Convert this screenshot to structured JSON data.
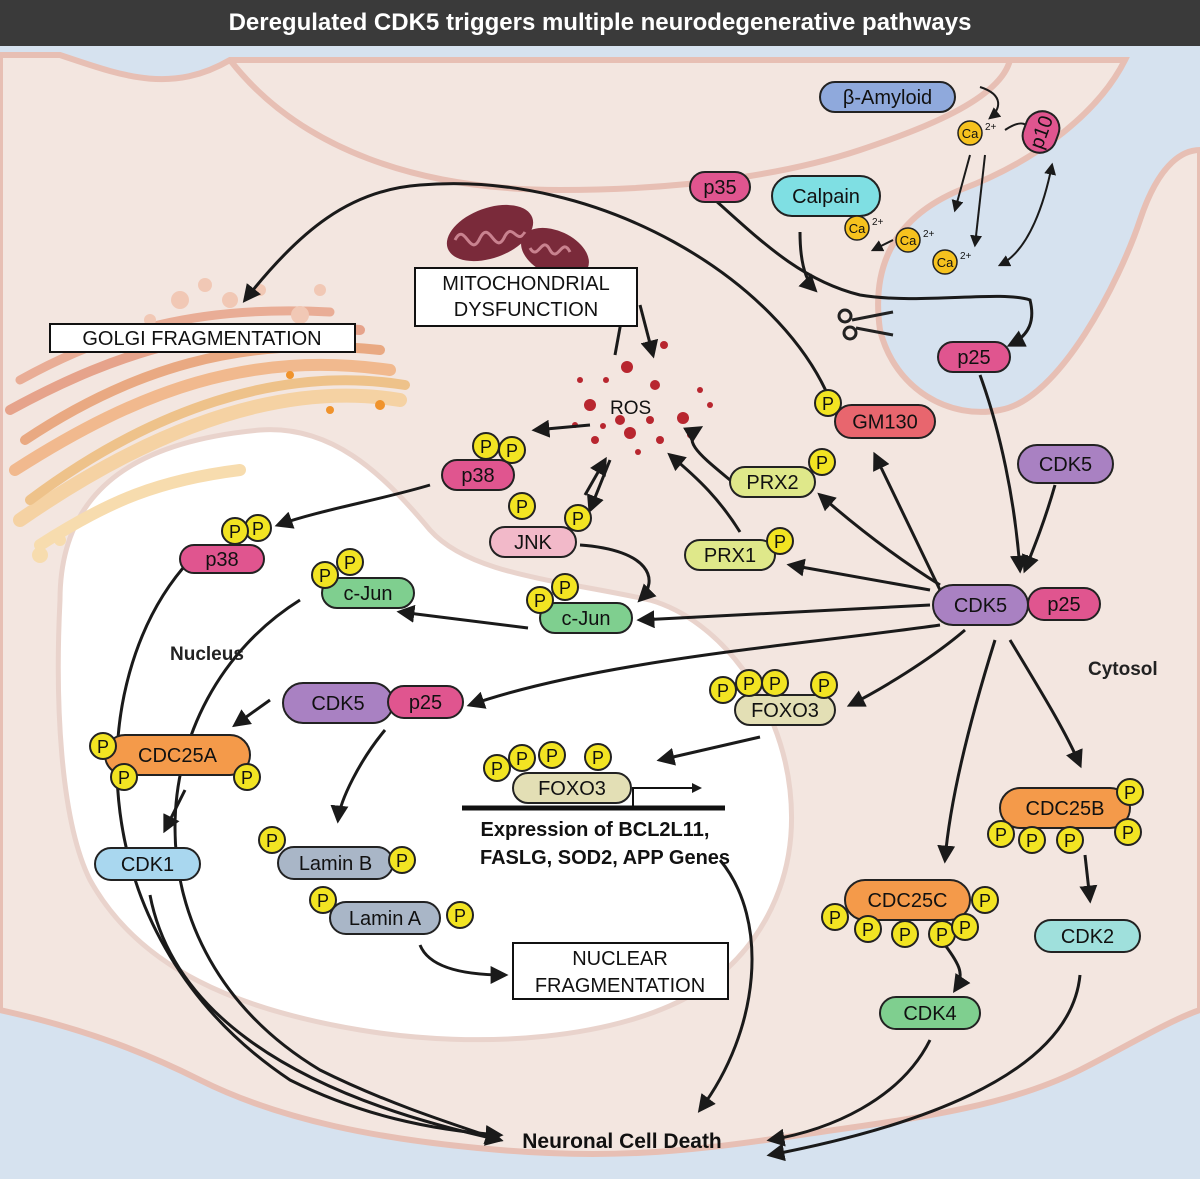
{
  "title": "Deregulated CDK5 triggers multiple neurodegenerative pathways",
  "colors": {
    "background": "#d6e2ef",
    "cell": "#f3e6e0",
    "cell_border": "#e7bfb4",
    "nucleus": "#ffffff",
    "title_bar": "#3a3a3a",
    "arrow": "#1a1a1a",
    "phospho": "#f2e422",
    "magenta": "#e0558f",
    "purple": "#a981c2",
    "green": "#7fcf8f",
    "yellow_green": "#dfe88a",
    "pink": "#f2b9c9",
    "red": "#e8666e",
    "orange": "#f49a4a",
    "light_blue": "#a9d7ef",
    "teal": "#9fe0dc",
    "blue": "#8fa9dc",
    "cyan": "#7fdfe3",
    "grey_blue": "#a9b6c7",
    "beige": "#e3dfb5",
    "ca": "#f6c21e"
  },
  "labels": {
    "golgi_fragmentation": "GOLGI FRAGMENTATION",
    "mito_line1": "MITOCHONDRIAL",
    "mito_line2": "DYSFUNCTION",
    "ros": "ROS",
    "nucleus": "Nucleus",
    "cytosol": "Cytosol",
    "nuclear_line1": "NUCLEAR",
    "nuclear_line2": "FRAGMENTATION",
    "expression_line1": "Expression of BCL2L11,",
    "expression_line2": "FASLG, SOD2, APP Genes",
    "cell_death": "Neuronal Cell Death"
  },
  "phospho_label": "P",
  "ion": {
    "label": "Ca",
    "charge": "2+"
  },
  "proteins": {
    "beta_amyloid": "β-Amyloid",
    "calpain": "Calpain",
    "p35": "p35",
    "p10": "p10",
    "p25": "p25",
    "cdk5": "CDK5",
    "gm130": "GM130",
    "prx2": "PRX2",
    "prx1": "PRX1",
    "p38": "p38",
    "jnk": "JNK",
    "c_jun": "c-Jun",
    "foxo3": "FOXO3",
    "cdc25a": "CDC25A",
    "cdk1": "CDK1",
    "lamin_b": "Lamin B",
    "lamin_a": "Lamin A",
    "cdc25b": "CDC25B",
    "cdk2": "CDK2",
    "cdc25c": "CDC25C",
    "cdk4": "CDK4"
  },
  "icons": [
    "mitochondria-icon",
    "scissors-icon",
    "golgi-apparatus-icon",
    "gene-promoter-arrow-icon"
  ]
}
